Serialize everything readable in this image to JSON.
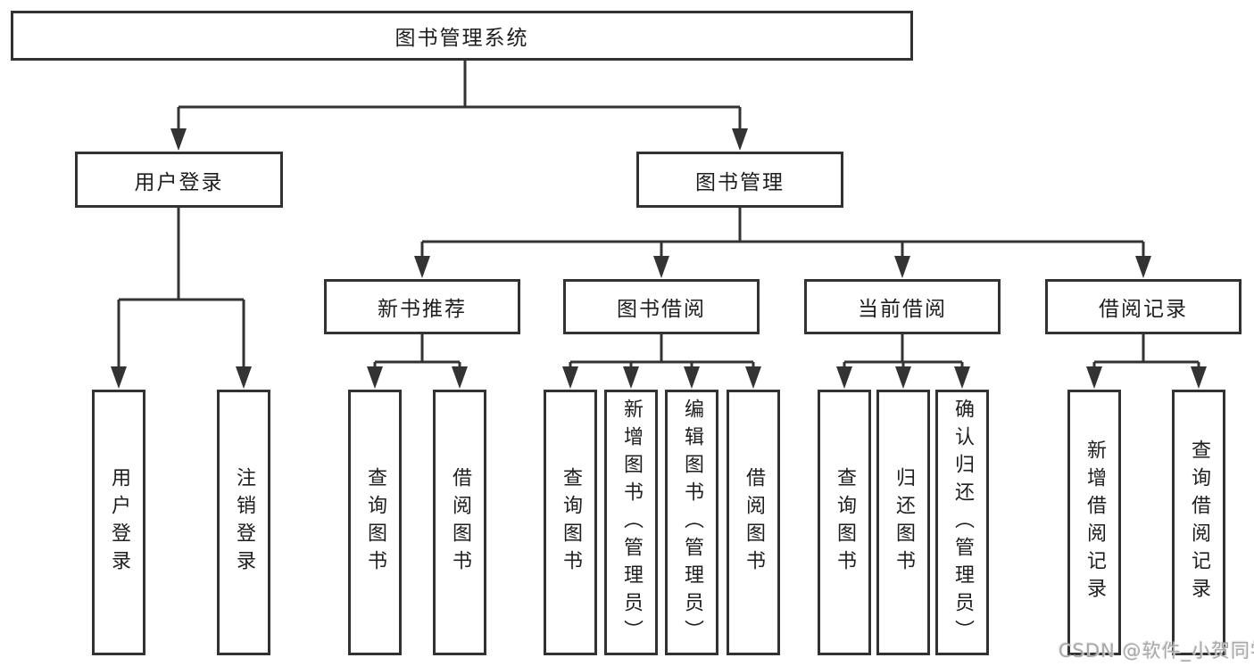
{
  "diagram": {
    "root": {
      "label": "图书管理系统"
    },
    "level2": [
      {
        "label": "用户登录"
      },
      {
        "label": "图书管理"
      }
    ],
    "level3": [
      {
        "label": "新书推荐"
      },
      {
        "label": "图书借阅"
      },
      {
        "label": "当前借阅"
      },
      {
        "label": "借阅记录"
      }
    ],
    "leaves": [
      {
        "label": "用户登录"
      },
      {
        "label": "注销登录"
      },
      {
        "label": "查询图书"
      },
      {
        "label": "借阅图书"
      },
      {
        "label": "查询图书"
      },
      {
        "label": "新增图书（管理员）"
      },
      {
        "label": "编辑图书（管理员）"
      },
      {
        "label": "借阅图书"
      },
      {
        "label": "查询图书"
      },
      {
        "label": "归还图书"
      },
      {
        "label": "确认归还（管理员）"
      },
      {
        "label": "新增借阅记录"
      },
      {
        "label": "查询借阅记录"
      }
    ]
  },
  "watermark": {
    "text": "CSDN @软件_小贺同学"
  },
  "colors": {
    "line": "#333333",
    "text": "#1e1e1e",
    "background": "#ffffff",
    "watermark": "#a8a8a8"
  }
}
